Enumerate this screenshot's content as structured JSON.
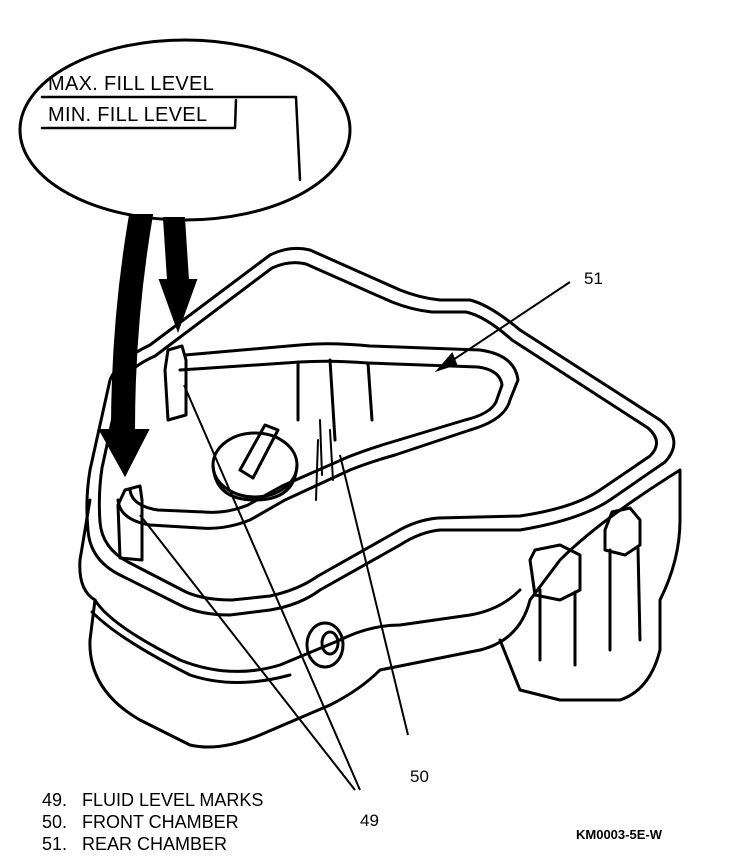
{
  "inset": {
    "max_label": "MAX. FILL LEVEL",
    "min_label": "MIN. FILL LEVEL"
  },
  "callouts": {
    "c49": "49",
    "c50": "50",
    "c51": "51"
  },
  "legend": [
    {
      "number": "49.",
      "text": "FLUID LEVEL MARKS"
    },
    {
      "number": "50.",
      "text": "FRONT CHAMBER"
    },
    {
      "number": "51.",
      "text": "REAR CHAMBER"
    }
  ],
  "figure_code": "KM0003-5E-W"
}
